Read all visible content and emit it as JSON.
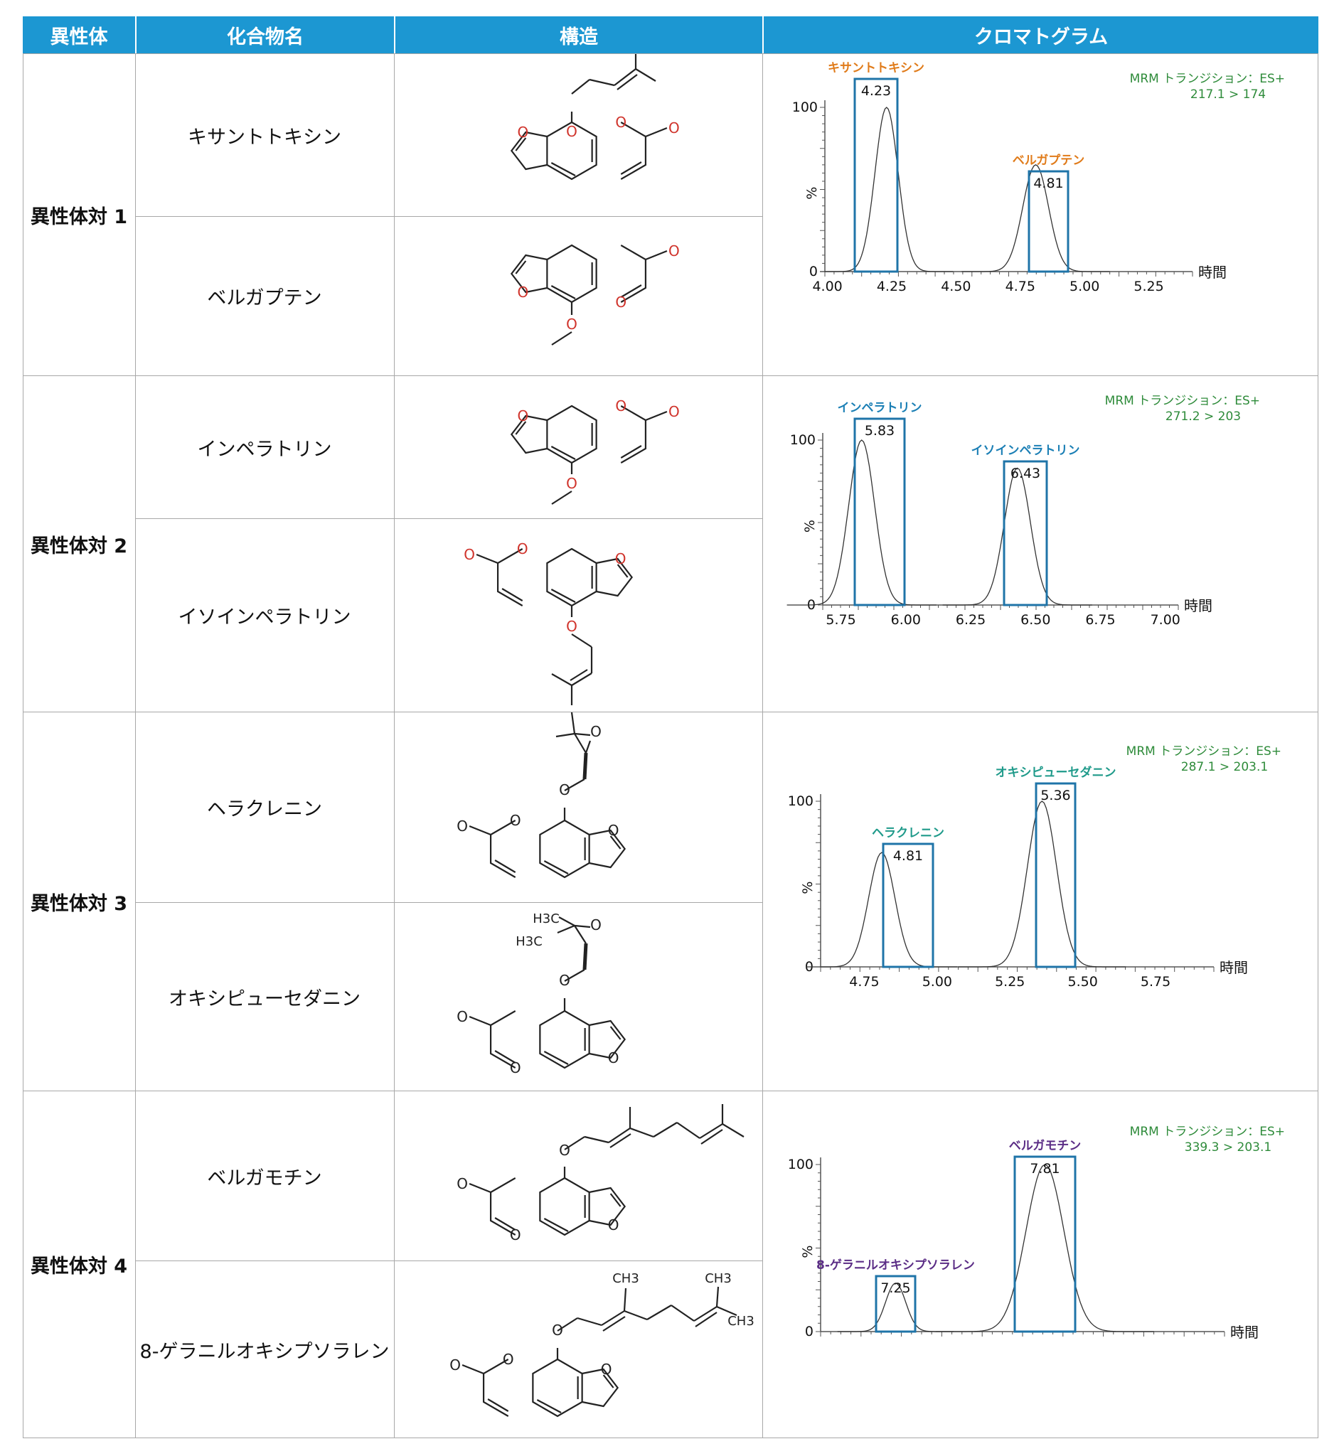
{
  "header": {
    "col1": "異性体",
    "col2": "化合物名",
    "col3": "構造",
    "col4": "クロマトグラム"
  },
  "pairs": [
    {
      "label": "異性体対 1",
      "compounds": [
        {
          "name": "キサントトキシン"
        },
        {
          "name": "ベルガプテン"
        }
      ],
      "chart": {
        "mrm_label": "MRM トランジション：ES+",
        "transition": "217.1 > 174",
        "y_ticks": [
          "100",
          "%",
          "0"
        ],
        "x_ticks": [
          "4.00",
          "4.25",
          "4.50",
          "4.75",
          "5.00",
          "5.25"
        ],
        "x_axis_label": "時間",
        "peaks": [
          {
            "name": "キサントトキシン",
            "rt_label": "4.23",
            "color": "#e07b1a"
          },
          {
            "name": "ベルガプテン",
            "rt_label": "4.81",
            "color": "#e07b1a"
          }
        ]
      }
    },
    {
      "label": "異性体対 2",
      "compounds": [
        {
          "name": "インペラトリン"
        },
        {
          "name": "イソインペラトリン"
        }
      ],
      "chart": {
        "mrm_label": "MRM トランジション：ES+",
        "transition": "271.2 > 203",
        "y_ticks": [
          "100",
          "%",
          "0"
        ],
        "x_ticks": [
          "5.75",
          "6.00",
          "6.25",
          "6.50",
          "6.75",
          "7.00"
        ],
        "x_axis_label": "時間",
        "peaks": [
          {
            "name": "インペラトリン",
            "rt_label": "5.83",
            "color": "#1b7fb5"
          },
          {
            "name": "イソインペラトリン",
            "rt_label": "6.43",
            "color": "#1b7fb5"
          }
        ]
      }
    },
    {
      "label": "異性体対 3",
      "compounds": [
        {
          "name": "ヘラクレニン"
        },
        {
          "name": "オキシピューセダニン"
        }
      ],
      "chart": {
        "mrm_label": "MRM トランジション：ES+",
        "transition": "287.1 > 203.1",
        "y_ticks": [
          "100",
          "%",
          "0"
        ],
        "x_ticks": [
          "4.75",
          "5.00",
          "5.25",
          "5.50",
          "5.75"
        ],
        "x_axis_label": "時間",
        "peaks": [
          {
            "name": "ヘラクレニン",
            "rt_label": "4.81",
            "color": "#1f9a8a"
          },
          {
            "name": "オキシピューセダニン",
            "rt_label": "5.36",
            "color": "#1f9a8a"
          }
        ]
      }
    },
    {
      "label": "異性体対 4",
      "compounds": [
        {
          "name": "ベルガモチン"
        },
        {
          "name": "8-ゲラニルオキシプソラレン"
        }
      ],
      "chart": {
        "mrm_label": "MRM トランジション：ES+",
        "transition": "339.3 > 203.1",
        "y_ticks": [
          "100",
          "%",
          "0"
        ],
        "x_ticks": [],
        "x_axis_label": "時間",
        "peaks": [
          {
            "name": "8-ゲラニルオキシプソラレン",
            "rt_label": "7.25",
            "color": "#5b2d86"
          },
          {
            "name": "ベルガモチン",
            "rt_label": "7.81",
            "color": "#5b2d86"
          }
        ]
      }
    }
  ],
  "structure_labels": {
    "o": "O",
    "h3c": "H3C",
    "ch3": "CH3"
  },
  "chart_data": [
    {
      "type": "line",
      "title": "",
      "xlabel": "時間",
      "ylabel": "%",
      "ylim": [
        0,
        100
      ],
      "xlim": [
        4.0,
        5.4
      ],
      "series": [
        {
          "values": [
            {
              "x": 4.23,
              "y": 100
            },
            {
              "x": 4.81,
              "y": 65
            }
          ]
        }
      ]
    },
    {
      "type": "line",
      "title": "",
      "xlabel": "時間",
      "ylabel": "%",
      "ylim": [
        0,
        100
      ],
      "xlim": [
        5.65,
        7.1
      ],
      "series": [
        {
          "values": [
            {
              "x": 5.83,
              "y": 100
            },
            {
              "x": 6.43,
              "y": 83
            }
          ]
        }
      ]
    },
    {
      "type": "line",
      "title": "",
      "xlabel": "時間",
      "ylabel": "%",
      "ylim": [
        0,
        100
      ],
      "xlim": [
        4.6,
        5.9
      ],
      "series": [
        {
          "values": [
            {
              "x": 4.81,
              "y": 69
            },
            {
              "x": 5.36,
              "y": 100
            }
          ]
        }
      ]
    },
    {
      "type": "line",
      "title": "",
      "xlabel": "時間",
      "ylabel": "%",
      "ylim": [
        0,
        100
      ],
      "series": [
        {
          "values": [
            {
              "x": 7.25,
              "y": 29
            },
            {
              "x": 7.81,
              "y": 100
            }
          ]
        }
      ]
    }
  ]
}
